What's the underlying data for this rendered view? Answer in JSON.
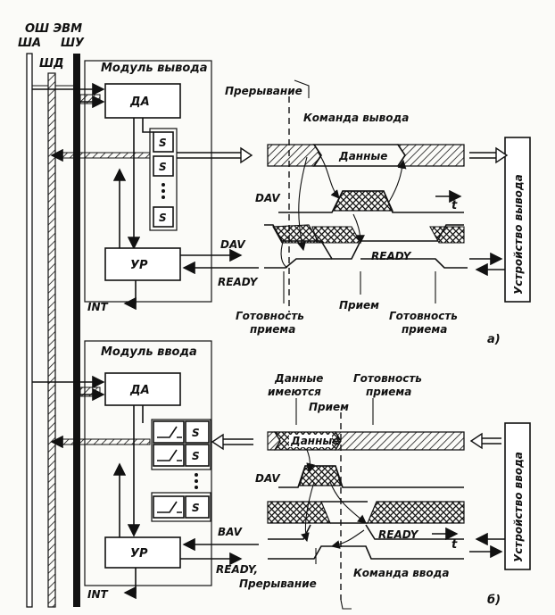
{
  "bus": {
    "osh_evm": "ОШ ЭВМ",
    "sha": "ША",
    "shd": "ШД",
    "shu": "ШУ"
  },
  "output_module": {
    "title": "Модуль вывода",
    "da": "ДА",
    "s_label": "S",
    "ur": "УР",
    "dav": "DAV",
    "ready": "READY",
    "int": "INT"
  },
  "input_module": {
    "title": "Модуль ввода",
    "da": "ДА",
    "s_label": "S",
    "ur": "УР",
    "bav": "BAV",
    "ready": "READY,",
    "int": "INT"
  },
  "timing_a": {
    "interrupt": "Прерывание",
    "output_command": "Команда вывода",
    "data": "Данные",
    "t": "t",
    "dav": "DAV",
    "ready": "READY",
    "accept": "Прием",
    "ready_accept_left": [
      "Готовность",
      "приема"
    ],
    "ready_accept_right": [
      "Готовность",
      "приема"
    ],
    "label": "а)"
  },
  "timing_b": {
    "data_present": [
      "Данные",
      "имеются"
    ],
    "ready_accept": [
      "Готовность",
      "приема"
    ],
    "accept": "Прием",
    "data": "Данные",
    "dav": "DAV",
    "ready": "READY",
    "t": "t",
    "interrupt": "Прерывание",
    "input_command": "Команда ввода",
    "label": "б)"
  },
  "devices": {
    "output_device": "Устройство вывода",
    "input_device": "Устройство ввода"
  }
}
